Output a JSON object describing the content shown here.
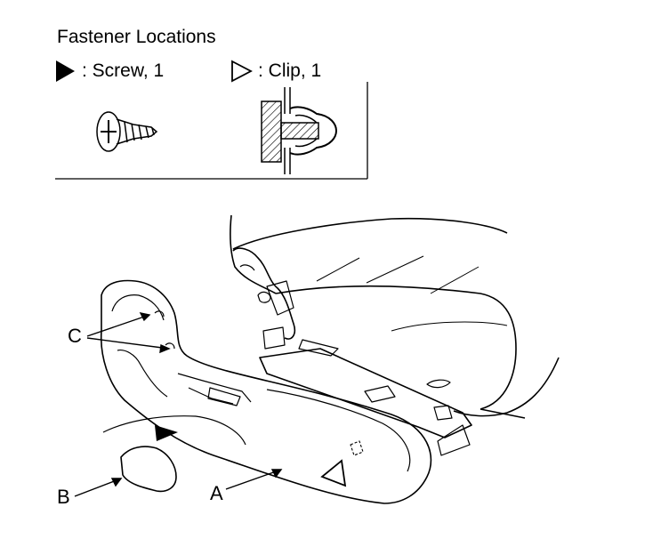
{
  "legend": {
    "title": "Fastener Locations",
    "screw_text": ": Screw, 1",
    "clip_text": ": Clip, 1"
  },
  "labels": {
    "c": "C",
    "b": "B",
    "a": "A"
  },
  "icons": {
    "screw_marker": "filled-triangle-icon",
    "clip_marker": "outline-triangle-icon"
  }
}
